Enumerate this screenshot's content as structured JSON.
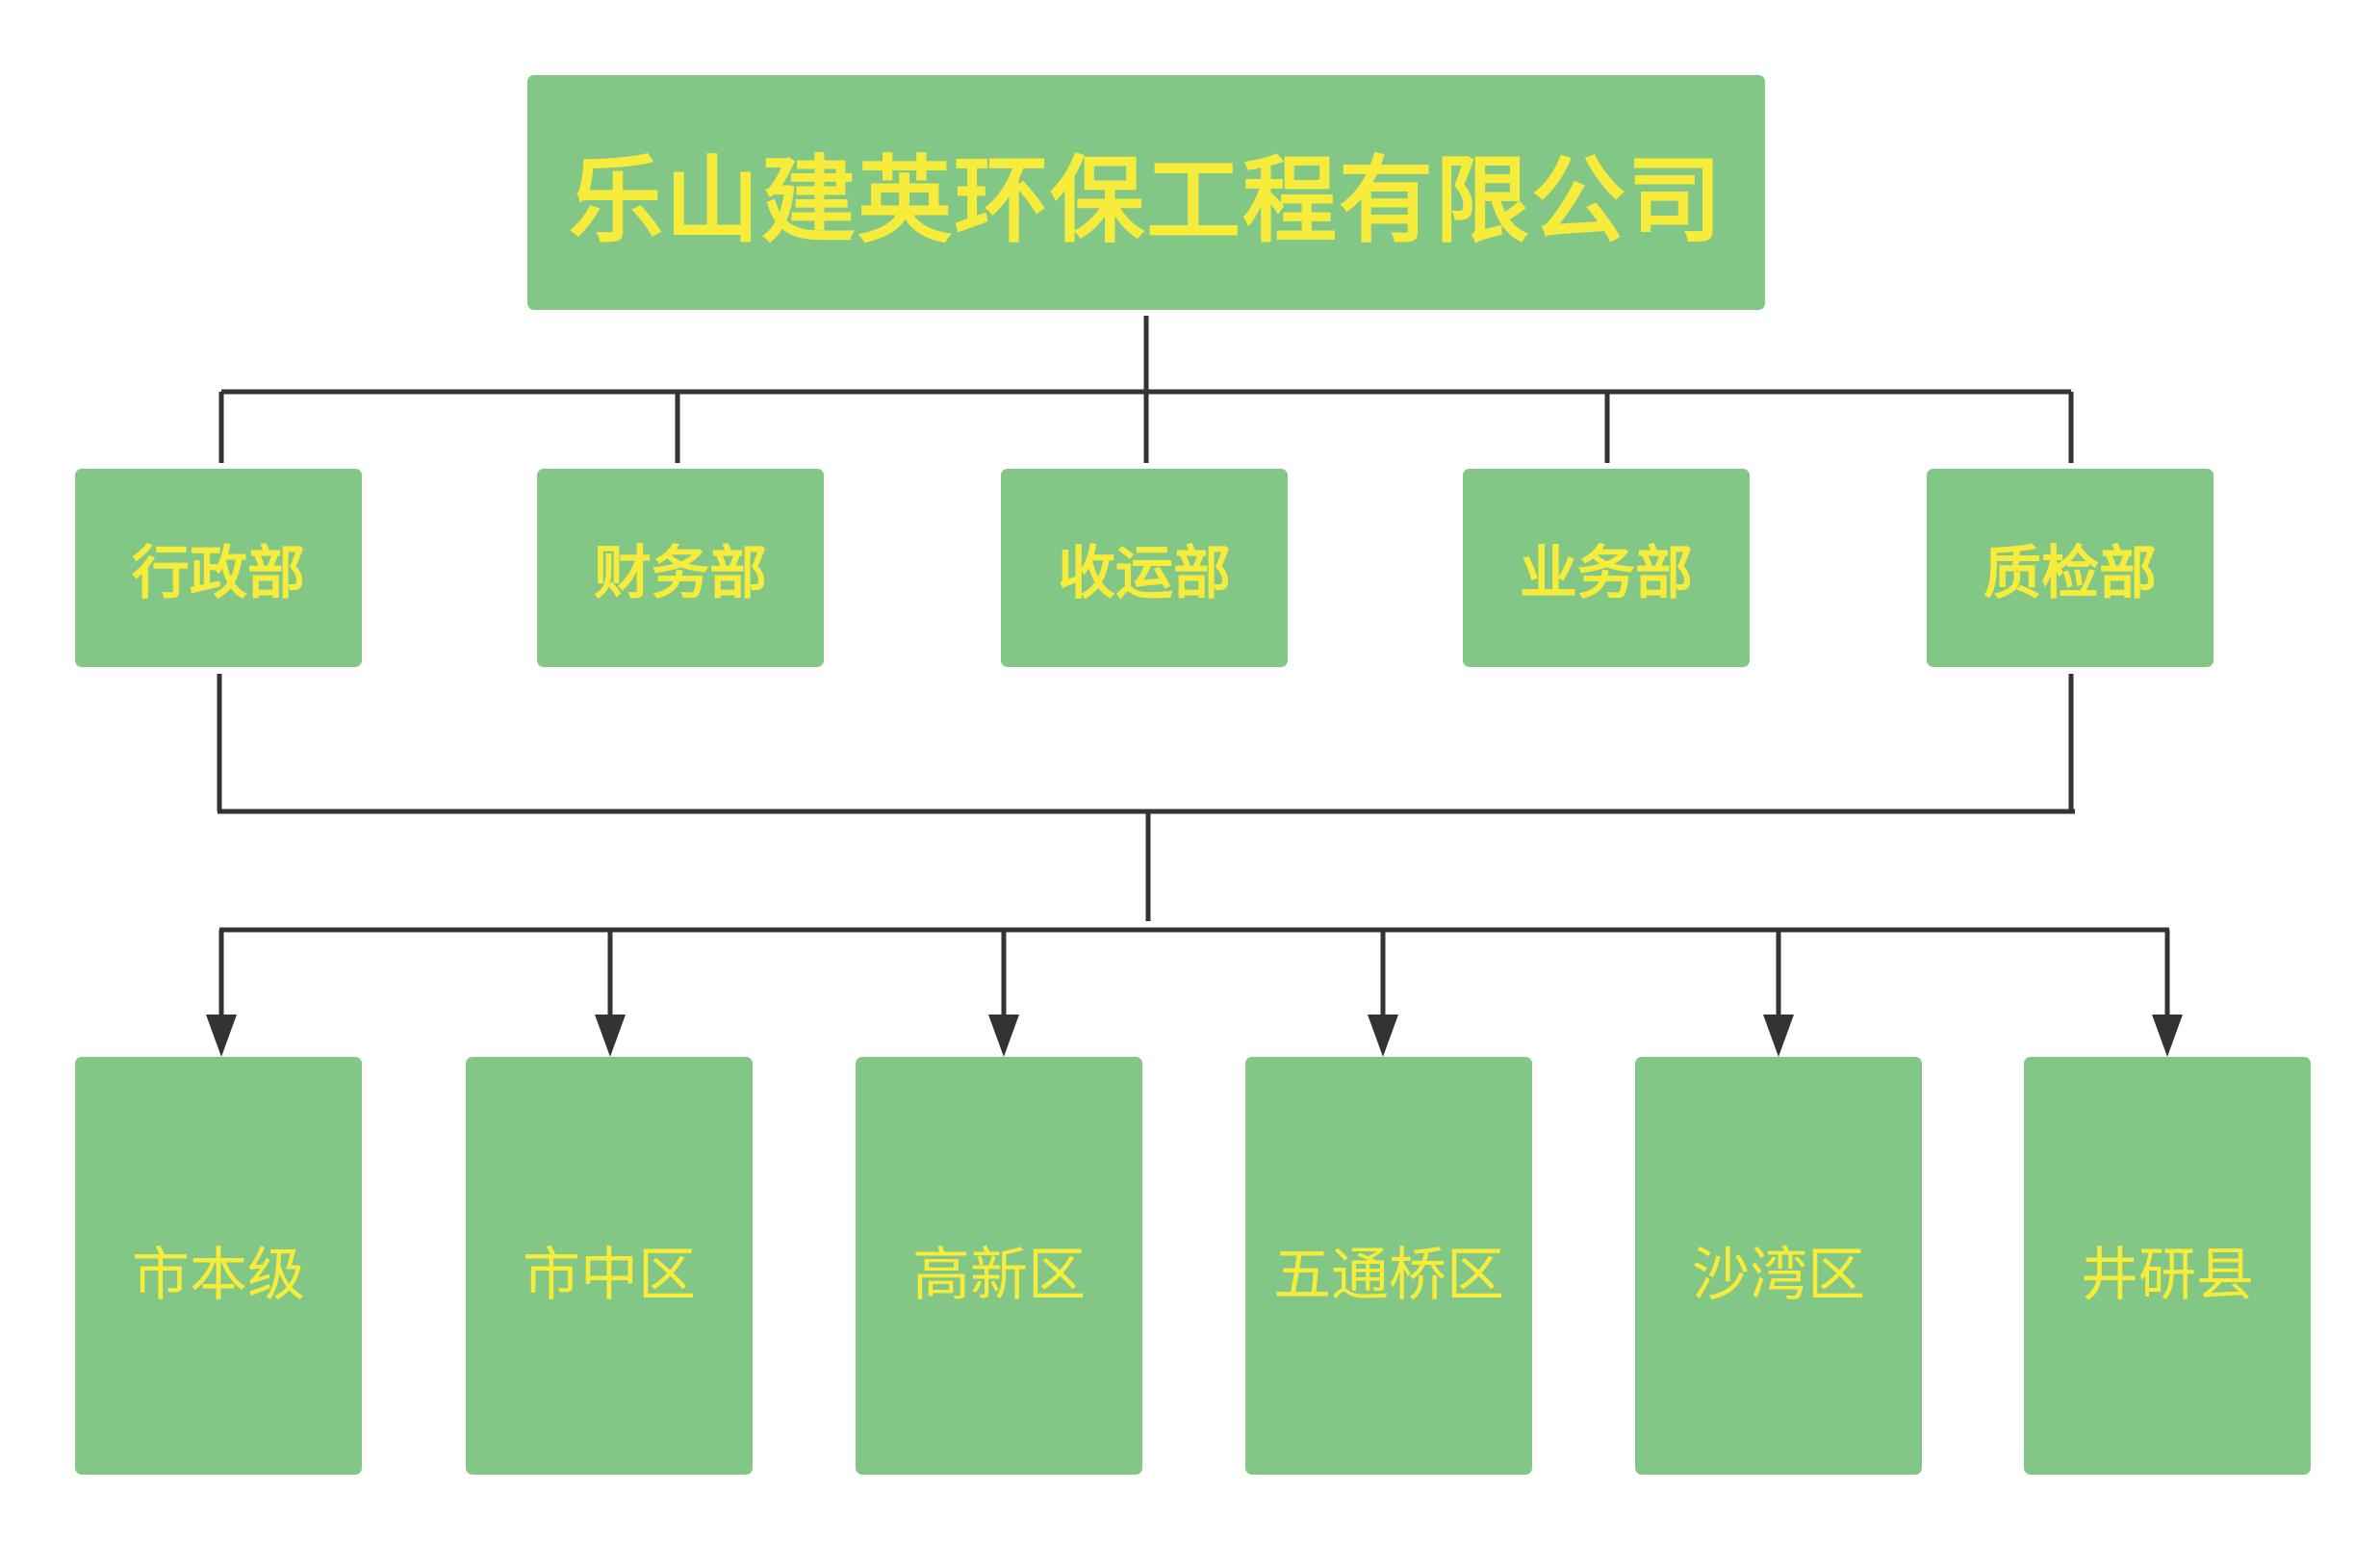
{
  "org_chart": {
    "root": {
      "label": "乐山建英环保工程有限公司"
    },
    "departments": [
      {
        "label": "行政部"
      },
      {
        "label": "财务部"
      },
      {
        "label": "收运部"
      },
      {
        "label": "业务部"
      },
      {
        "label": "质检部"
      }
    ],
    "districts": [
      {
        "label": "市本级"
      },
      {
        "label": "市中区"
      },
      {
        "label": "高新区"
      },
      {
        "label": "五通桥区"
      },
      {
        "label": "沙湾区"
      },
      {
        "label": "井研县"
      }
    ]
  },
  "colors": {
    "box_fill": "#82c785",
    "box_text": "#f7ec3c",
    "connector": "#333333"
  }
}
